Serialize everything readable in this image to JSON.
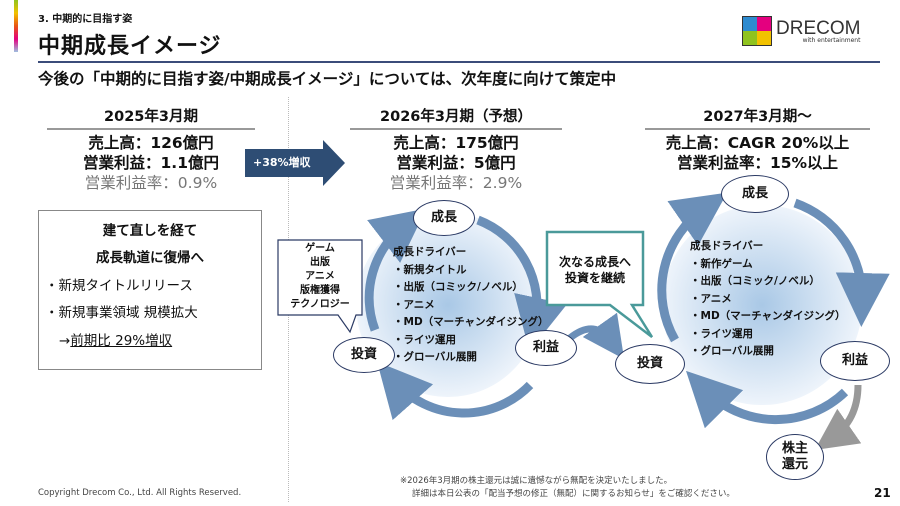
{
  "section_label": "3. 中期的に目指す姿",
  "title": "中期成長イメージ",
  "logo": {
    "brand": "DRECOM",
    "tagline": "with entertainment"
  },
  "subheading": "今後の「中期的に目指す姿/中期成長イメージ」については、次年度に向けて策定中",
  "columns": [
    {
      "header": "2025年3月期",
      "lines": [
        "売上高：126億円",
        "営業利益：1.1億円",
        "営業利益率：0.9%"
      ]
    },
    {
      "header": "2026年3月期（予想）",
      "lines": [
        "売上高：175億円",
        "営業利益：5億円",
        "営業利益率：2.9%"
      ]
    },
    {
      "header": "2027年3月期～",
      "lines": [
        "売上高：CAGR 20%以上",
        "営業利益率：15%以上"
      ]
    }
  ],
  "growth_arrow": "+38%増収",
  "left_box": {
    "line1": "建て直しを経て",
    "line2": "成長軌道に復帰へ",
    "bullet1": "・新規タイトルリリース",
    "bullet2": "・新規事業領域 規模拡大",
    "arrow": "→",
    "growth": "前期比 29%増収"
  },
  "cycle1": {
    "growth": "成長",
    "invest": "投資",
    "profit": "利益",
    "drivers_title": "成長ドライバー",
    "drivers": [
      "・新規タイトル",
      "・出版（コミック/ノベル）",
      "・アニメ",
      "・MD（マーチャンダイジング）",
      "・ライツ運用",
      "・グローバル展開"
    ],
    "callout": [
      "ゲーム",
      "出版",
      "アニメ",
      "版権獲得",
      "テクノロジー"
    ]
  },
  "middle_callout": [
    "次なる成長へ",
    "投資を継続"
  ],
  "cycle2": {
    "growth": "成長",
    "invest": "投資",
    "profit": "利益",
    "return": [
      "株主",
      "還元"
    ],
    "drivers_title": "成長ドライバー",
    "drivers": [
      "・新作ゲーム",
      "・出版（コミック/ノベル）",
      "・アニメ",
      "・MD（マーチャンダイジング）",
      "・ライツ運用",
      "・グローバル展開"
    ]
  },
  "footnote": [
    "※2026年3月期の株主還元は誠に遺憾ながら無配を決定いたしました。",
    "詳細は本日公表の「配当予想の修正（無配）に関するお知らせ」をご確認ください。"
  ],
  "copyright": "Copyright Drecom Co., Ltd. All Rights Reserved.",
  "page_number": "21",
  "colors": {
    "navy": "#2e4d74",
    "arrow_blue": "#6b8fb8",
    "teal": "#4a9a9a"
  }
}
